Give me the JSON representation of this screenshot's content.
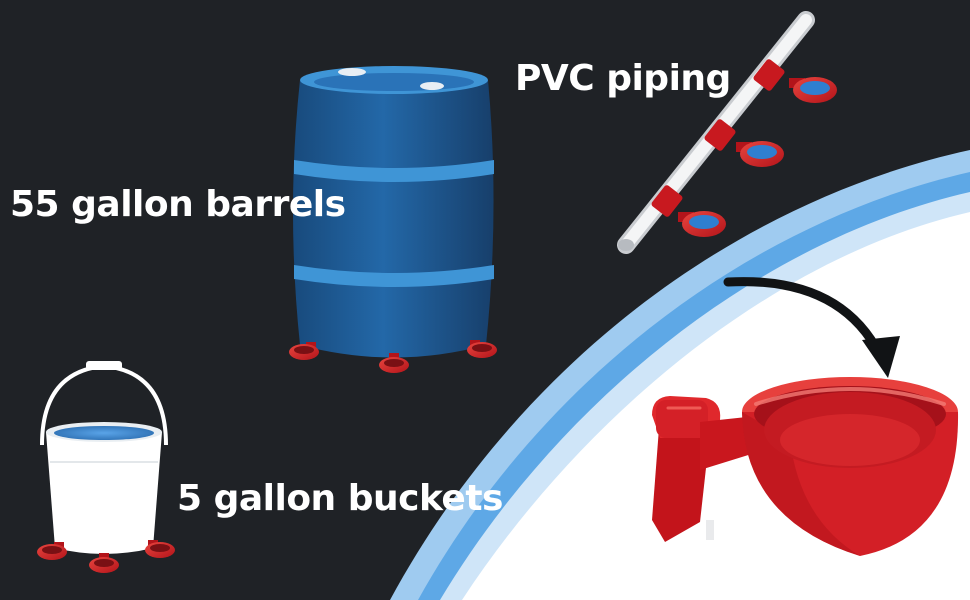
{
  "labels": {
    "pvc": "PVC piping",
    "barrels": "55 gallon barrels",
    "buckets": "5 gallon buckets"
  },
  "colors": {
    "background": "#1f2226",
    "cup_red": "#cc1f24",
    "barrel_blue": "#1f5f99",
    "barrel_band": "#3f95d6",
    "curve_light_blue": "#9fcbf0",
    "curve_blue": "#5ea8e6"
  },
  "icons": [
    "barrel-icon",
    "bucket-icon",
    "pvc-pipe-icon",
    "waterer-cup-icon",
    "curved-arrow-icon"
  ]
}
